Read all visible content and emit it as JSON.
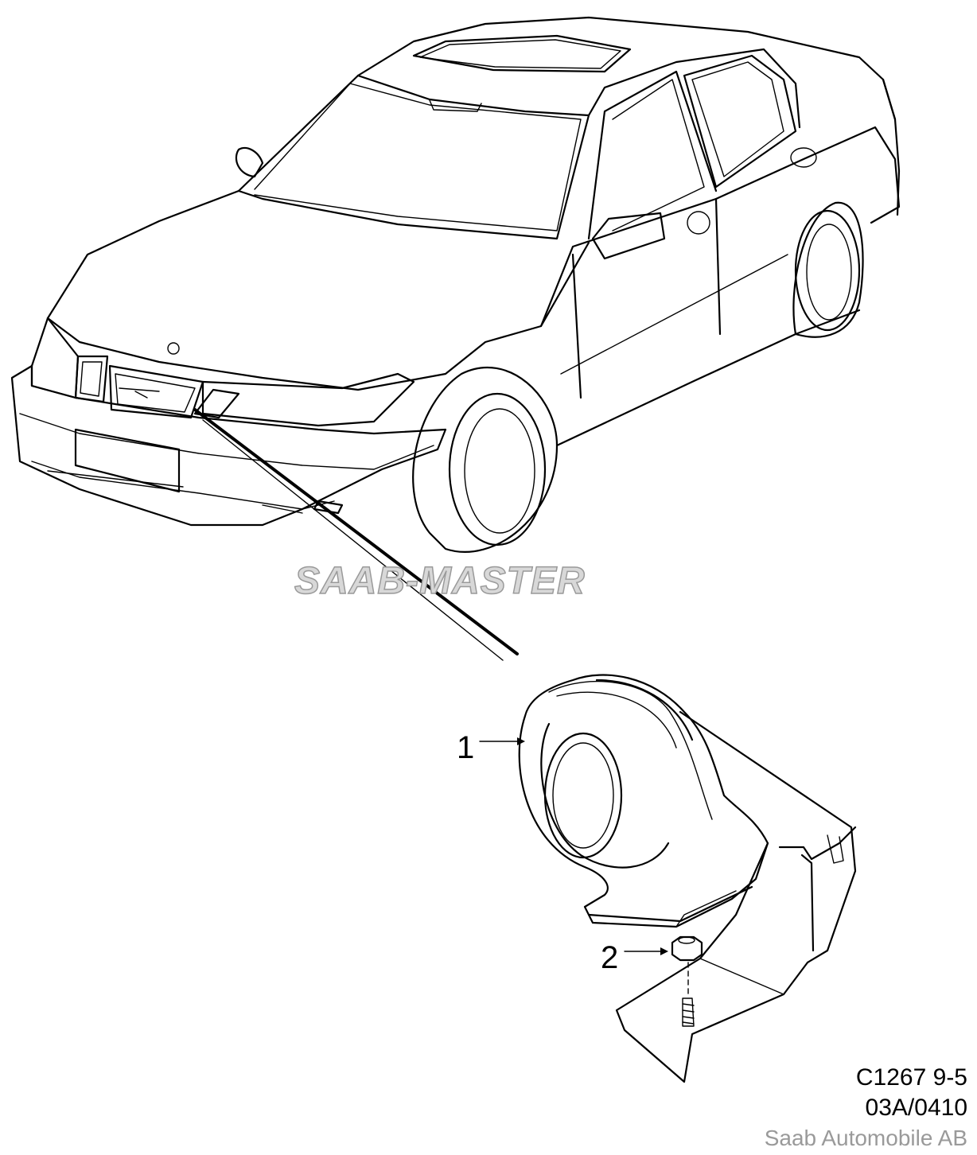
{
  "diagram": {
    "watermark": "SAAB-MASTER",
    "callouts": [
      {
        "label": "1"
      },
      {
        "label": "2"
      }
    ],
    "reference": {
      "line1": "C1267 9-5",
      "line2": "03A/0410"
    },
    "copyright": "Saab Automobile AB"
  }
}
